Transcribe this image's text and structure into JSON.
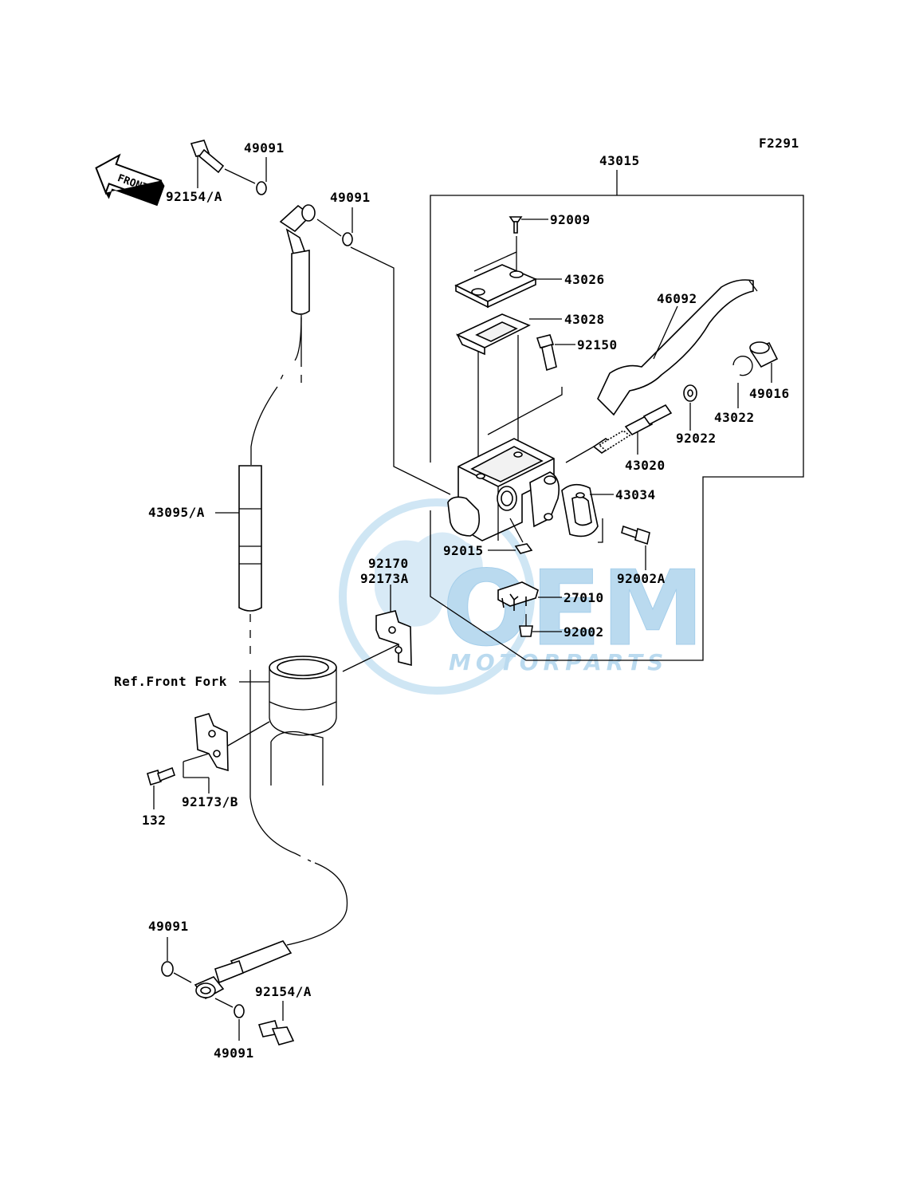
{
  "diagram_code": "F2291",
  "front_arrow_text": "FRONT",
  "watermark": {
    "logo_text": "OEM",
    "sub_text": "MOTORPARTS",
    "color": "#a9d1ec"
  },
  "labels": {
    "p43015": "43015",
    "p92009": "92009",
    "p43026": "43026",
    "p43028": "43028",
    "p46092": "46092",
    "p92150": "92150",
    "p49016": "49016",
    "p43022": "43022",
    "p92022": "92022",
    "p43020": "43020",
    "p43034": "43034",
    "p92015": "92015",
    "p92002A": "92002A",
    "p27010": "27010",
    "p92002": "92002",
    "p92170": "92170",
    "p92173A": "92173A",
    "p49091_top1": "49091",
    "p49091_top2": "49091",
    "p92154A_top": "92154/A",
    "p43095A": "43095/A",
    "ref_front_fork": "Ref.Front Fork",
    "p92173B": "92173/B",
    "p132": "132",
    "p49091_bot1": "49091",
    "p92154A_bot": "92154/A",
    "p49091_bot2": "49091"
  }
}
